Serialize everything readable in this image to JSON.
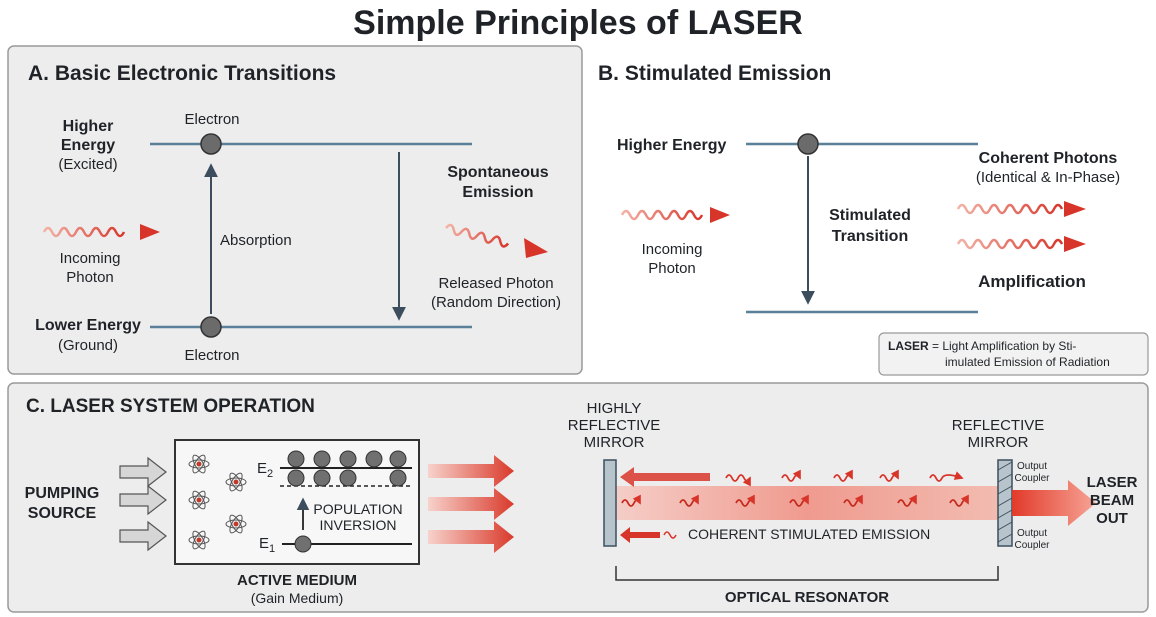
{
  "title": "Simple Principles of LASER",
  "colors": {
    "level_line": "#5a7f98",
    "arrow_dark": "#3c4e5e",
    "photon_red": "#d8352a",
    "panel_bg": "#ededed",
    "panel_border": "#9a9a9a",
    "beam": "#e23a2a"
  },
  "panel_a": {
    "heading": "A. Basic Electronic Transitions",
    "higher_energy": [
      "Higher",
      "Energy"
    ],
    "higher_energy_sub": "(Excited)",
    "lower_energy": "Lower Energy",
    "lower_energy_sub": "(Ground)",
    "electron_top": "Electron",
    "electron_bottom": "Electron",
    "absorption": "Absorption",
    "incoming_photon": [
      "Incoming",
      "Photon"
    ],
    "spontaneous_emission": [
      "Spontaneous",
      "Emission"
    ],
    "released_photon": [
      "Released Photon",
      "(Random Direction)"
    ]
  },
  "panel_b": {
    "heading": "B. Stimulated Emission",
    "higher_energy": "Higher Energy",
    "incoming_photon": [
      "Incoming",
      "Photon"
    ],
    "stimulated_transition": [
      "Stimulated",
      "Transition"
    ],
    "coherent_photons": "Coherent Photons",
    "coherent_sub": "(Identical & In-Phase)",
    "amplification": "Amplification",
    "definition_bold": "LASER",
    "definition_rest": [
      "= Light Amplification by Sti-",
      "imulated Emission of Radiation"
    ]
  },
  "panel_c": {
    "heading": "C. LASER SYSTEM OPERATION",
    "pumping_source": [
      "PUMPING",
      "SOURCE"
    ],
    "e2": "E",
    "e2_sub": "2",
    "e1": "E",
    "e1_sub": "1",
    "population_inversion": [
      "POPULATION",
      "INVERSION"
    ],
    "active_medium": "ACTIVE MEDIUM",
    "gain_medium": "(Gain Medium)",
    "highly_reflective_mirror": [
      "HIGHLY",
      "REFLECTIVE",
      "MIRROR"
    ],
    "reflective_mirror": [
      "REFLECTIVE",
      "MIRROR"
    ],
    "output_coupler_top": [
      "Output",
      "Coupler"
    ],
    "output_coupler_bottom": [
      "Output",
      "Coupler"
    ],
    "coherent_stimulated_emission": "COHERENT STIMULATED EMISSION",
    "laser_beam_out": [
      "LASER",
      "BEAM",
      "OUT"
    ],
    "optical_resonator": "OPTICAL RESONATOR"
  }
}
